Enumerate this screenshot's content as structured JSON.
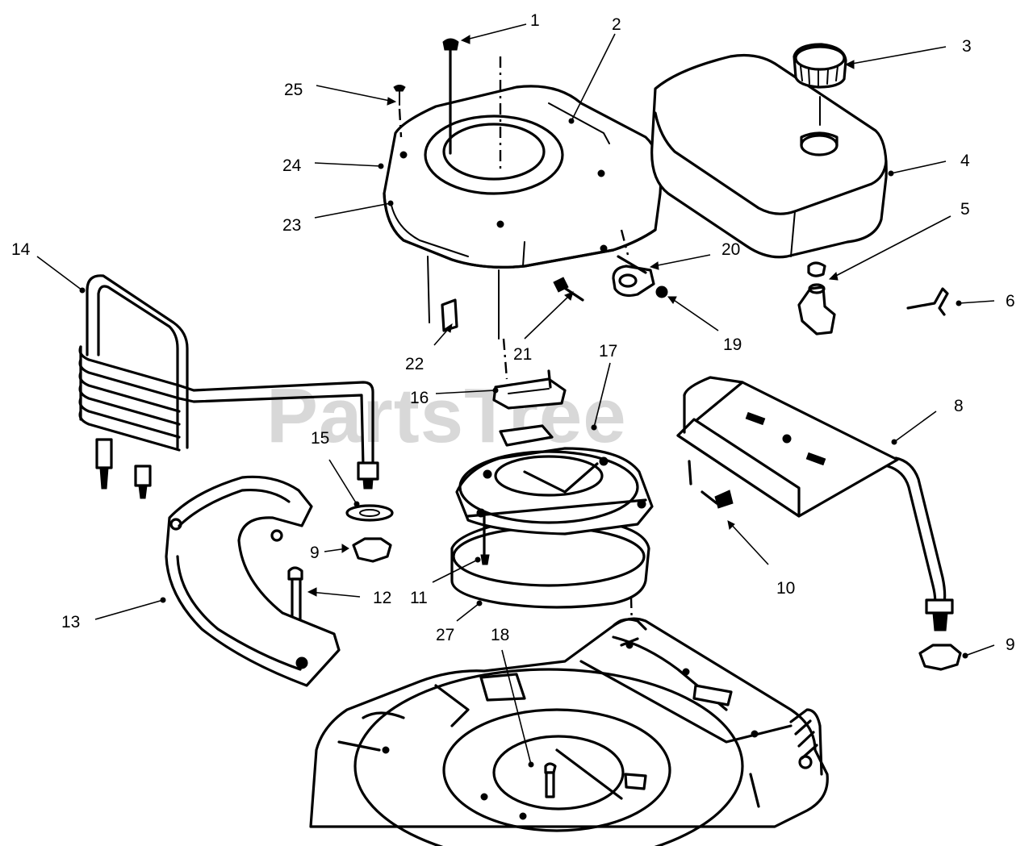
{
  "watermark": "PartsTree",
  "callouts": [
    {
      "id": "1",
      "label": "1"
    },
    {
      "id": "2",
      "label": "2"
    },
    {
      "id": "3",
      "label": "3"
    },
    {
      "id": "4",
      "label": "4"
    },
    {
      "id": "5",
      "label": "5"
    },
    {
      "id": "6",
      "label": "6"
    },
    {
      "id": "8",
      "label": "8"
    },
    {
      "id": "9a",
      "label": "9"
    },
    {
      "id": "9b",
      "label": "9"
    },
    {
      "id": "10",
      "label": "10"
    },
    {
      "id": "11",
      "label": "11"
    },
    {
      "id": "12",
      "label": "12"
    },
    {
      "id": "13",
      "label": "13"
    },
    {
      "id": "14",
      "label": "14"
    },
    {
      "id": "15",
      "label": "15"
    },
    {
      "id": "16",
      "label": "16"
    },
    {
      "id": "17",
      "label": "17"
    },
    {
      "id": "18",
      "label": "18"
    },
    {
      "id": "19",
      "label": "19"
    },
    {
      "id": "20",
      "label": "20"
    },
    {
      "id": "21",
      "label": "21"
    },
    {
      "id": "22",
      "label": "22"
    },
    {
      "id": "23",
      "label": "23"
    },
    {
      "id": "24",
      "label": "24"
    },
    {
      "id": "25",
      "label": "25"
    },
    {
      "id": "27",
      "label": "27"
    }
  ]
}
